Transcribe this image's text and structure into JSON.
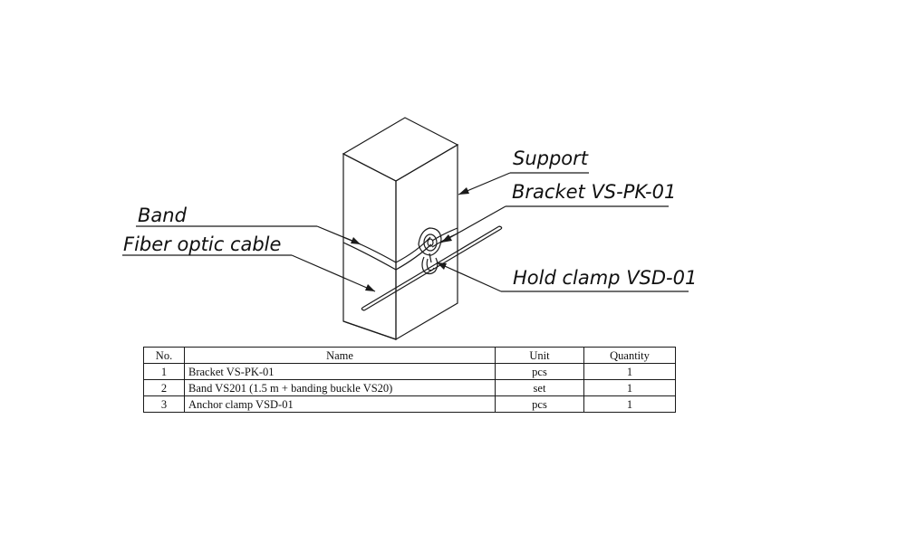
{
  "callouts": {
    "support": "Support",
    "bracket": "Bracket VS-PK-01",
    "band": "Band",
    "fiber": "Fiber optic cable",
    "hold_clamp": "Hold clamp VSD-01"
  },
  "table": {
    "headers": {
      "no": "No.",
      "name": "Name",
      "unit": "Unit",
      "quantity": "Quantity"
    },
    "rows": [
      {
        "no": "1",
        "name": "Bracket VS-PK-01",
        "unit": "pcs",
        "quantity": "1"
      },
      {
        "no": "2",
        "name": "Band VS201 (1.5 m + banding buckle VS20)",
        "unit": "set",
        "quantity": "1"
      },
      {
        "no": "3",
        "name": "Anchor clamp VSD-01",
        "unit": "pcs",
        "quantity": "1"
      }
    ]
  }
}
